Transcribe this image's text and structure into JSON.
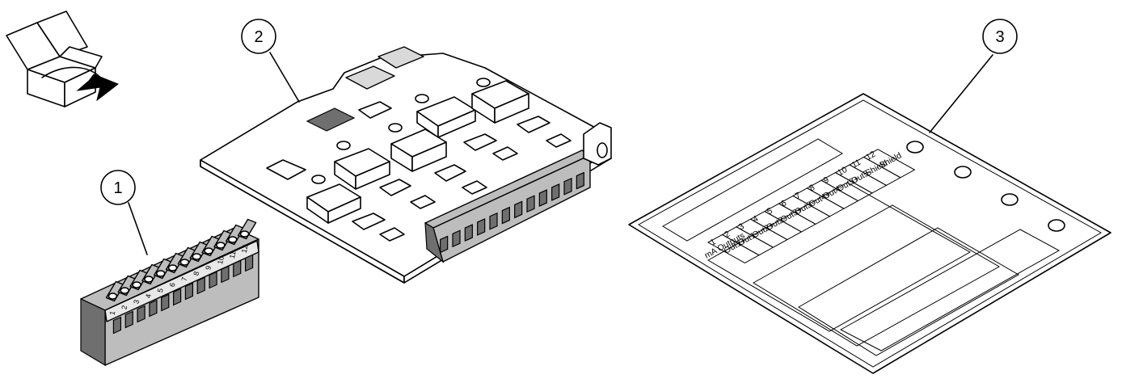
{
  "callouts": [
    {
      "number": "1"
    },
    {
      "number": "2"
    },
    {
      "number": "3"
    }
  ],
  "terminal_block_pins": [
    "1",
    "2",
    "3",
    "4",
    "5",
    "6",
    "7",
    "8",
    "9",
    "10",
    "11",
    "12"
  ],
  "label_sheet": {
    "header": "mA Outputs",
    "rows": [
      {
        "num": "1",
        "name": "Out1+"
      },
      {
        "num": "2",
        "name": "Out1-"
      },
      {
        "num": "3",
        "name": "Out2+"
      },
      {
        "num": "4",
        "name": "Out2-"
      },
      {
        "num": "5",
        "name": "Out3+"
      },
      {
        "num": "6",
        "name": "Out3-"
      },
      {
        "num": "7",
        "name": "Out4+"
      },
      {
        "num": "8",
        "name": "Out4-"
      },
      {
        "num": "9",
        "name": "Out5+"
      },
      {
        "num": "10",
        "name": "Out5-"
      },
      {
        "num": "11",
        "name": "Shield"
      },
      {
        "num": "12",
        "name": "Shield"
      }
    ]
  },
  "colors": {
    "line": "#000000",
    "fill": "#ffffff",
    "connector": "#bdbdbd",
    "connector_dark": "#6f6f6f"
  }
}
